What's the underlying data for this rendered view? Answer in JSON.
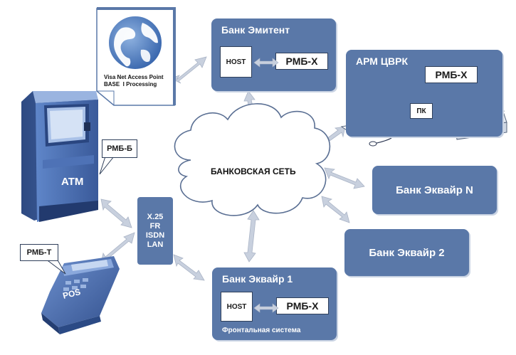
{
  "issuer": {
    "title": "Банк Эмитент",
    "host": "HOST",
    "rmb": "РМБ-Х"
  },
  "visa": {
    "line1": "Visa Net Access Point",
    "line2": "BASE  I Processing"
  },
  "arm": {
    "title": "АРМ ЦВРК",
    "rmb": "РМБ-Х",
    "pc": "ПК"
  },
  "atm": {
    "label": "ATM",
    "callout": "РМБ-Б"
  },
  "network": {
    "label": "БАНКОВСКАЯ СЕТЬ"
  },
  "acquirer_n": {
    "title": "Банк Эквайр N"
  },
  "acquirer_2": {
    "title": "Банк Эквайр 2"
  },
  "acquirer_1": {
    "title": "Банк Эквайр 1",
    "host": "HOST",
    "rmb": "РМБ-Х",
    "footer": "Фронтальная система"
  },
  "protocols": {
    "items": [
      "X.25",
      "FR",
      "ISDN",
      "LAN"
    ]
  },
  "pos": {
    "label": "POS",
    "callout": "РМБ-Т"
  },
  "colors": {
    "box": "#5a78a8",
    "arrow": "#c8d0de",
    "cloud_stroke": "#5a6f93",
    "device_dark": "#3f5f9c"
  }
}
